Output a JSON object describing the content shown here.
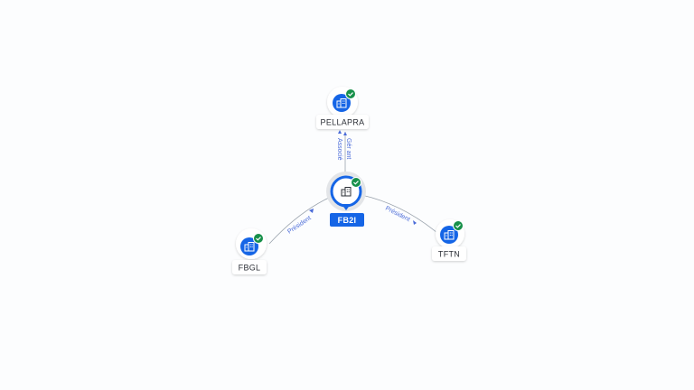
{
  "colors": {
    "accent": "#1565e6",
    "check": "#17904a",
    "edge": "#9aa3ad",
    "edge_label": "#4a6bd8"
  },
  "center": {
    "label": "FB2I",
    "icon": "building-icon",
    "status_icon": "check-icon"
  },
  "nodes": [
    {
      "id": "pellapra",
      "label": "PELLAPRA",
      "icon": "building-icon",
      "status_icon": "check-icon"
    },
    {
      "id": "tftn",
      "label": "TFTN",
      "icon": "building-icon",
      "status_icon": "check-icon"
    },
    {
      "id": "fbgl",
      "label": "FBGL",
      "icon": "building-icon",
      "status_icon": "check-icon"
    }
  ],
  "edges": [
    {
      "id": "to-pellapra",
      "label_line1": "Gér ant",
      "label_line2": "Associé"
    },
    {
      "id": "to-tftn",
      "label_line1": "Président"
    },
    {
      "id": "to-fbgl",
      "label_line1": "Président"
    }
  ]
}
